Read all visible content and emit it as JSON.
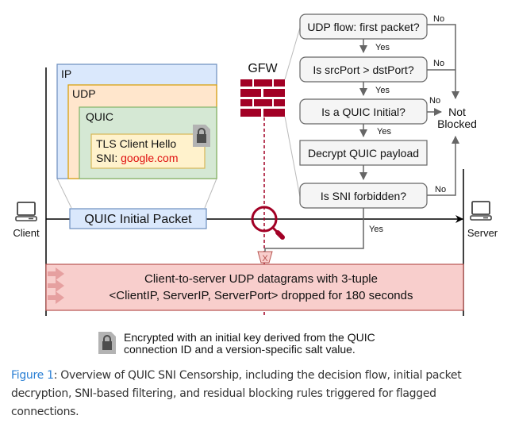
{
  "diagram": {
    "hosts": {
      "client_label": "Client",
      "server_label": "Server"
    },
    "packet": {
      "layers": [
        "IP",
        "UDP",
        "QUIC"
      ],
      "tls_title": "TLS Client Hello",
      "sni_prefix": "SNI: ",
      "sni_value": "google.com",
      "packet_label": "QUIC Initial Packet"
    },
    "gfw": {
      "label": "GFW"
    },
    "flow": {
      "steps": [
        "UDP flow: first packet?",
        "Is srcPort > dstPort?",
        "Is a QUIC Initial?",
        "Decrypt QUIC payload",
        "Is SNI forbidden?"
      ],
      "yes_label": "Yes",
      "no_label": "No",
      "outcome_line1": "Not",
      "outcome_line2": "Blocked"
    },
    "block": {
      "line1": "Client-to-server UDP datagrams with 3-tuple",
      "line2": "<ClientIP, ServerIP, ServerPort> dropped for 180 seconds"
    },
    "legend": {
      "line1": "Encrypted with an initial key derived from the QUIC",
      "line2": "connection ID and a version-specific salt value."
    },
    "colors": {
      "ip_fill": "#dae8fc",
      "ip_stroke": "#6c8ebf",
      "udp_fill": "#ffe6cc",
      "udp_stroke": "#d79b00",
      "quic_fill": "#d5e8d4",
      "quic_stroke": "#82b366",
      "tls_fill": "#fff2cc",
      "tls_stroke": "#d6b656",
      "sni_color": "#e01010",
      "gfw_red": "#a20025",
      "block_fill": "#f8cecc",
      "block_stroke": "#b85450",
      "flow_fill": "#f5f5f5",
      "flow_stroke": "#666666",
      "caption_link": "#2a7fd4"
    }
  },
  "caption": {
    "label": "Figure 1",
    "text": ": Overview of QUIC SNI Censorship, including the decision flow, initial packet decryption, SNI-based filtering, and residual blocking rules triggered for flagged connections."
  }
}
